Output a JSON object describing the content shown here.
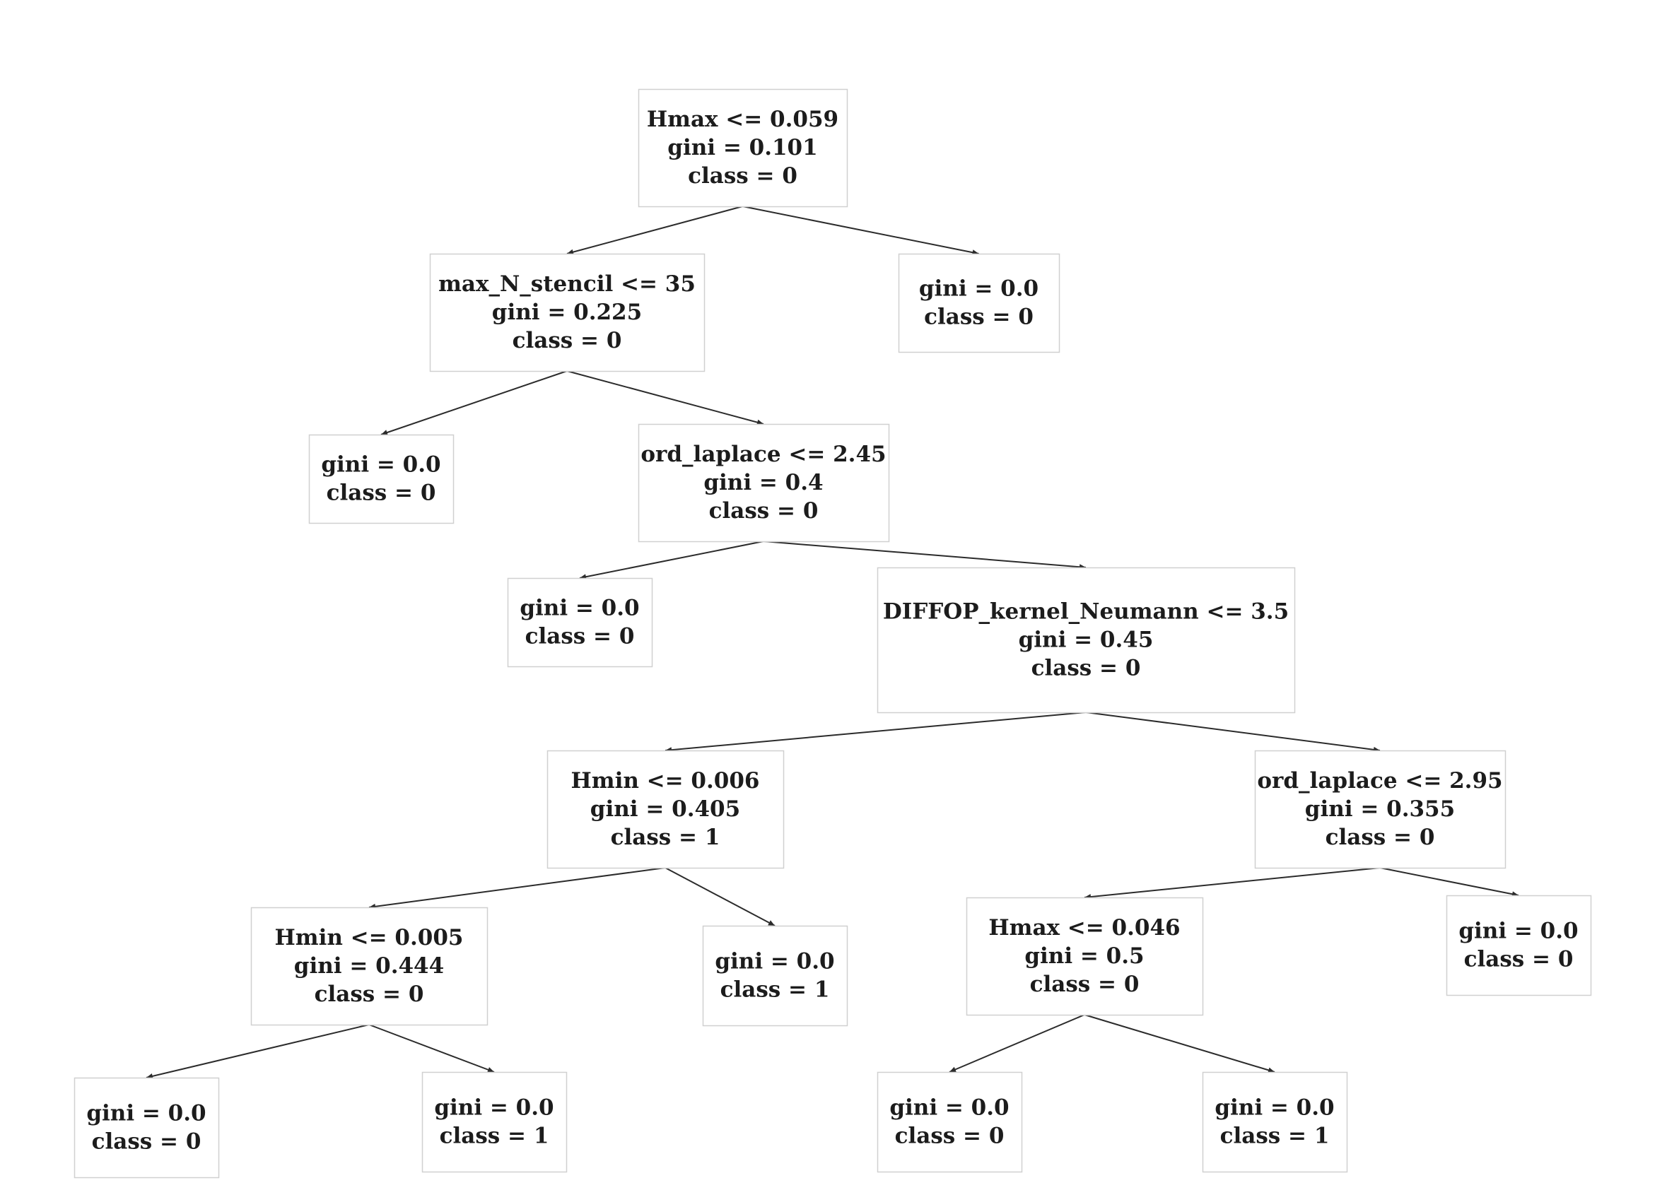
{
  "tree": {
    "nodes": [
      {
        "id": "n0",
        "lines": [
          "Hmax <= 0.059",
          "gini = 0.101",
          "class = 0"
        ]
      },
      {
        "id": "n1",
        "lines": [
          "max_N_stencil <= 35",
          "gini = 0.225",
          "class = 0"
        ]
      },
      {
        "id": "n2",
        "lines": [
          "gini = 0.0",
          "class = 0"
        ]
      },
      {
        "id": "n3",
        "lines": [
          "gini = 0.0",
          "class = 0"
        ]
      },
      {
        "id": "n4",
        "lines": [
          "ord_laplace <= 2.45",
          "gini = 0.4",
          "class = 0"
        ]
      },
      {
        "id": "n5",
        "lines": [
          "gini = 0.0",
          "class = 0"
        ]
      },
      {
        "id": "n6",
        "lines": [
          "DIFFOP_kernel_Neumann <= 3.5",
          "gini = 0.45",
          "class = 0"
        ]
      },
      {
        "id": "n7",
        "lines": [
          "Hmin <= 0.006",
          "gini = 0.405",
          "class = 1"
        ]
      },
      {
        "id": "n8",
        "lines": [
          "ord_laplace <= 2.95",
          "gini = 0.355",
          "class = 0"
        ]
      },
      {
        "id": "n9",
        "lines": [
          "Hmin <= 0.005",
          "gini = 0.444",
          "class = 0"
        ]
      },
      {
        "id": "n10",
        "lines": [
          "gini = 0.0",
          "class = 1"
        ]
      },
      {
        "id": "n11",
        "lines": [
          "Hmax <= 0.046",
          "gini = 0.5",
          "class = 0"
        ]
      },
      {
        "id": "n12",
        "lines": [
          "gini = 0.0",
          "class = 0"
        ]
      },
      {
        "id": "n13",
        "lines": [
          "gini = 0.0",
          "class = 0"
        ]
      },
      {
        "id": "n14",
        "lines": [
          "gini = 0.0",
          "class = 1"
        ]
      },
      {
        "id": "n15",
        "lines": [
          "gini = 0.0",
          "class = 0"
        ]
      },
      {
        "id": "n16",
        "lines": [
          "gini = 0.0",
          "class = 1"
        ]
      }
    ],
    "edges": [
      [
        "n0",
        "n1"
      ],
      [
        "n0",
        "n2"
      ],
      [
        "n1",
        "n3"
      ],
      [
        "n1",
        "n4"
      ],
      [
        "n4",
        "n5"
      ],
      [
        "n4",
        "n6"
      ],
      [
        "n6",
        "n7"
      ],
      [
        "n6",
        "n8"
      ],
      [
        "n7",
        "n9"
      ],
      [
        "n7",
        "n10"
      ],
      [
        "n8",
        "n11"
      ],
      [
        "n8",
        "n12"
      ],
      [
        "n9",
        "n13"
      ],
      [
        "n9",
        "n14"
      ],
      [
        "n11",
        "n15"
      ],
      [
        "n11",
        "n16"
      ]
    ]
  }
}
